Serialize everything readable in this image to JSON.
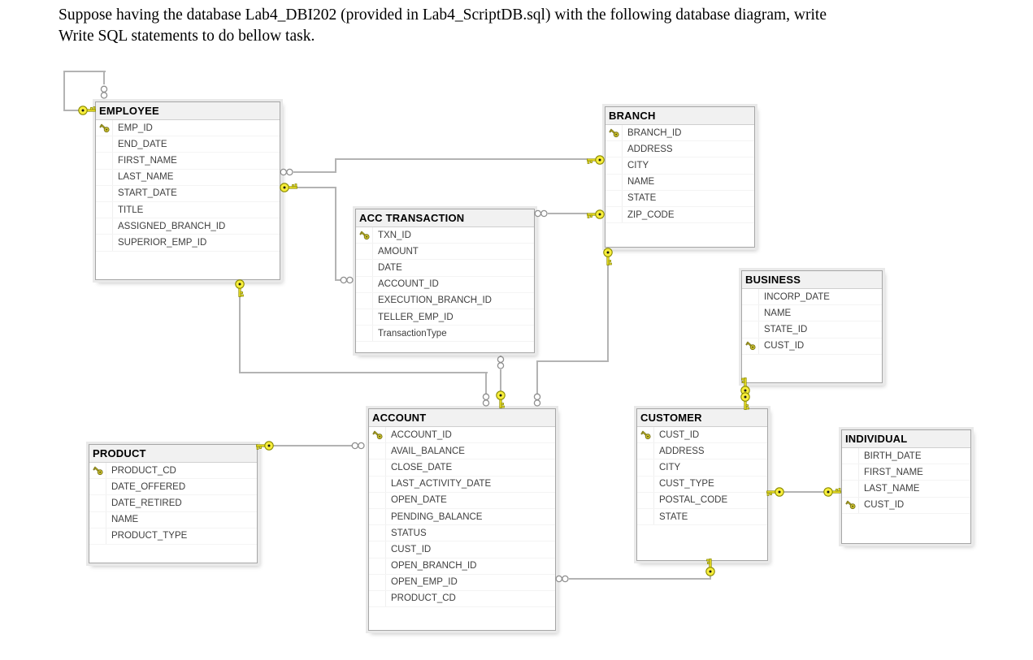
{
  "header": {
    "line1": "Suppose having the database Lab4_DBI202 (provided in Lab4_ScriptDB.sql) with the following database diagram, write",
    "line2": "Write SQL statements to do bellow task."
  },
  "colors": {
    "key_fill": "#f3e72a",
    "key_stroke": "#8a8a00",
    "line": "#b3b3b3",
    "table_header_bg": "#f1f1f1",
    "table_border": "#a6a6a6",
    "field_text": "#3e3e3e"
  },
  "icons": {
    "primary_key": "key-icon",
    "one_side": "key-connector-icon",
    "many_side": "infinity-connector-icon"
  },
  "tables": {
    "employee": {
      "title": "EMPLOYEE",
      "fields": [
        {
          "label": "EMP_ID",
          "pk": true
        },
        {
          "label": "END_DATE",
          "pk": false
        },
        {
          "label": "FIRST_NAME",
          "pk": false
        },
        {
          "label": "LAST_NAME",
          "pk": false
        },
        {
          "label": "START_DATE",
          "pk": false
        },
        {
          "label": "TITLE",
          "pk": false
        },
        {
          "label": "ASSIGNED_BRANCH_ID",
          "pk": false
        },
        {
          "label": "SUPERIOR_EMP_ID",
          "pk": false
        }
      ]
    },
    "branch": {
      "title": "BRANCH",
      "fields": [
        {
          "label": "BRANCH_ID",
          "pk": true
        },
        {
          "label": "ADDRESS",
          "pk": false
        },
        {
          "label": "CITY",
          "pk": false
        },
        {
          "label": "NAME",
          "pk": false
        },
        {
          "label": "STATE",
          "pk": false
        },
        {
          "label": "ZIP_CODE",
          "pk": false
        }
      ]
    },
    "acc_transaction": {
      "title": "ACC TRANSACTION",
      "fields": [
        {
          "label": "TXN_ID",
          "pk": true
        },
        {
          "label": "AMOUNT",
          "pk": false
        },
        {
          "label": "DATE",
          "pk": false
        },
        {
          "label": "ACCOUNT_ID",
          "pk": false
        },
        {
          "label": "EXECUTION_BRANCH_ID",
          "pk": false
        },
        {
          "label": "TELLER_EMP_ID",
          "pk": false
        },
        {
          "label": "TransactionType",
          "pk": false
        }
      ]
    },
    "business": {
      "title": "BUSINESS",
      "fields": [
        {
          "label": "INCORP_DATE",
          "pk": false
        },
        {
          "label": "NAME",
          "pk": false
        },
        {
          "label": "STATE_ID",
          "pk": false
        },
        {
          "label": "CUST_ID",
          "pk": true
        }
      ]
    },
    "account": {
      "title": "ACCOUNT",
      "fields": [
        {
          "label": "ACCOUNT_ID",
          "pk": true
        },
        {
          "label": "AVAIL_BALANCE",
          "pk": false
        },
        {
          "label": "CLOSE_DATE",
          "pk": false
        },
        {
          "label": "LAST_ACTIVITY_DATE",
          "pk": false
        },
        {
          "label": "OPEN_DATE",
          "pk": false
        },
        {
          "label": "PENDING_BALANCE",
          "pk": false
        },
        {
          "label": "STATUS",
          "pk": false
        },
        {
          "label": "CUST_ID",
          "pk": false
        },
        {
          "label": "OPEN_BRANCH_ID",
          "pk": false
        },
        {
          "label": "OPEN_EMP_ID",
          "pk": false
        },
        {
          "label": "PRODUCT_CD",
          "pk": false
        }
      ]
    },
    "customer": {
      "title": "CUSTOMER",
      "fields": [
        {
          "label": "CUST_ID",
          "pk": true
        },
        {
          "label": "ADDRESS",
          "pk": false
        },
        {
          "label": "CITY",
          "pk": false
        },
        {
          "label": "CUST_TYPE",
          "pk": false
        },
        {
          "label": "POSTAL_CODE",
          "pk": false
        },
        {
          "label": "STATE",
          "pk": false
        }
      ]
    },
    "individual": {
      "title": "INDIVIDUAL",
      "fields": [
        {
          "label": "BIRTH_DATE",
          "pk": false
        },
        {
          "label": "FIRST_NAME",
          "pk": false
        },
        {
          "label": "LAST_NAME",
          "pk": false
        },
        {
          "label": "CUST_ID",
          "pk": true
        }
      ]
    },
    "product": {
      "title": "PRODUCT",
      "fields": [
        {
          "label": "PRODUCT_CD",
          "pk": true
        },
        {
          "label": "DATE_OFFERED",
          "pk": false
        },
        {
          "label": "DATE_RETIRED",
          "pk": false
        },
        {
          "label": "NAME",
          "pk": false
        },
        {
          "label": "PRODUCT_TYPE",
          "pk": false
        }
      ]
    }
  },
  "relationships": [
    {
      "one_side": "EMPLOYEE",
      "many_side": "EMPLOYEE",
      "note": "self-reference (SUPERIOR_EMP_ID)"
    },
    {
      "one_side": "BRANCH",
      "many_side": "EMPLOYEE",
      "note": "ASSIGNED_BRANCH_ID"
    },
    {
      "one_side": "EMPLOYEE",
      "many_side": "ACC TRANSACTION",
      "note": "TELLER_EMP_ID"
    },
    {
      "one_side": "BRANCH",
      "many_side": "ACC TRANSACTION",
      "note": "EXECUTION_BRANCH_ID"
    },
    {
      "one_side": "ACCOUNT",
      "many_side": "ACC TRANSACTION",
      "note": "ACCOUNT_ID"
    },
    {
      "one_side": "EMPLOYEE",
      "many_side": "ACCOUNT",
      "note": "OPEN_EMP_ID"
    },
    {
      "one_side": "BRANCH",
      "many_side": "ACCOUNT",
      "note": "OPEN_BRANCH_ID"
    },
    {
      "one_side": "PRODUCT",
      "many_side": "ACCOUNT",
      "note": "PRODUCT_CD"
    },
    {
      "one_side": "CUSTOMER",
      "many_side": "ACCOUNT",
      "note": "CUST_ID"
    },
    {
      "one_side": "CUSTOMER",
      "many_side": "BUSINESS",
      "note": "one-to-one CUST_ID"
    },
    {
      "one_side": "CUSTOMER",
      "many_side": "INDIVIDUAL",
      "note": "one-to-one CUST_ID"
    }
  ]
}
